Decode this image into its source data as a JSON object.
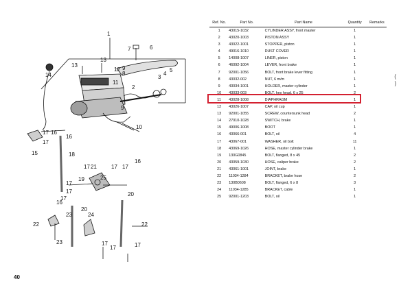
{
  "page": {
    "number": "40"
  },
  "table": {
    "headers": [
      "Ref. No.",
      "Part No.",
      "Part Name",
      "Quantity",
      "Remarks"
    ],
    "rows": [
      [
        "1",
        "43015-1032",
        "CYLINDER ASSY, front master",
        "1",
        ""
      ],
      [
        "2",
        "43020-1003",
        "PISTON ASSY",
        "1",
        ""
      ],
      [
        "3",
        "43022-1001",
        "STOPPER, piston",
        "1",
        ""
      ],
      [
        "4",
        "49016-1010",
        "DUST COVER",
        "1",
        ""
      ],
      [
        "5",
        "14008-1007",
        "LINER, piston",
        "1",
        ""
      ],
      [
        "6",
        "46092-1004",
        "LEVER, front brake",
        "1",
        ""
      ],
      [
        "7",
        "92001-1056",
        "BOLT, front brake lever fitting",
        "1",
        ""
      ],
      [
        "8",
        "43032-002",
        "NUT, 6 m/m",
        "1",
        ""
      ],
      [
        "9",
        "43034-1001",
        "HOLDER, master cylinder",
        "1",
        ""
      ],
      [
        "10",
        "43033-003",
        "BOLT, hex head, 6 x 25",
        "2",
        ""
      ],
      [
        "11",
        "43028-1008",
        "DIAPHRAGM",
        "1",
        ""
      ],
      [
        "12",
        "43026-1007",
        "CAP, oil cup",
        "1",
        ""
      ],
      [
        "13",
        "92001-1055",
        "SCREW, countersunk head",
        "2",
        ""
      ],
      [
        "14",
        "27010-1028",
        "SWITCH, brake",
        "1",
        ""
      ],
      [
        "15",
        "49006-1008",
        "BOOT",
        "1",
        ""
      ],
      [
        "16",
        "43066-001",
        "BOLT, oil",
        "4",
        ""
      ],
      [
        "17",
        "43067-001",
        "WASHER, oil bolt",
        "11",
        ""
      ],
      [
        "18",
        "43069-1026",
        "HOSE, master cylinder brake",
        "1",
        ""
      ],
      [
        "19",
        "130G0845",
        "BOLT, flanged, 8 x 45",
        "2",
        ""
      ],
      [
        "20",
        "43059-1030",
        "HOSE, caliper brake",
        "2",
        ""
      ],
      [
        "21",
        "43061-1001",
        "JOINT, brake",
        "1",
        ""
      ],
      [
        "22",
        "11034-1284",
        "BRACKET, brake hose",
        "2",
        ""
      ],
      [
        "23",
        "130B0608",
        "BOLT, flanged, 6 x 8",
        "3",
        ""
      ],
      [
        "24",
        "11034-1285",
        "BRACKET, cable",
        "1",
        ""
      ],
      [
        "25",
        "92001-1203",
        "BOLT, oil",
        "1",
        ""
      ]
    ]
  },
  "diagram_labels": {
    "l1": "1",
    "l2": "2",
    "l3": "3",
    "l4": "4",
    "l5": "5",
    "l6": "6",
    "l7": "7",
    "l8": "8",
    "l9": "9",
    "l10": "10",
    "l11": "11",
    "l12": "12",
    "l13": "13",
    "l14": "14",
    "l15": "15",
    "l16a": "16",
    "l16b": "16",
    "l16c": "16",
    "l17a": "17",
    "l17b": "17",
    "l17c": "17",
    "l17d": "17",
    "l17e": "17",
    "l17f": "17",
    "l17g": "17",
    "l17h": "17",
    "l17i": "17",
    "l17j": "17",
    "l17k": "17",
    "l18": "18",
    "l19": "19",
    "l20a": "20",
    "l20b": "20",
    "l21": "21",
    "l22a": "22",
    "l22b": "22",
    "l23a": "23",
    "l23b": "23",
    "l24": "24",
    "l25": "25"
  },
  "highlight": {
    "color": "#d32030",
    "target_ref": "11"
  }
}
